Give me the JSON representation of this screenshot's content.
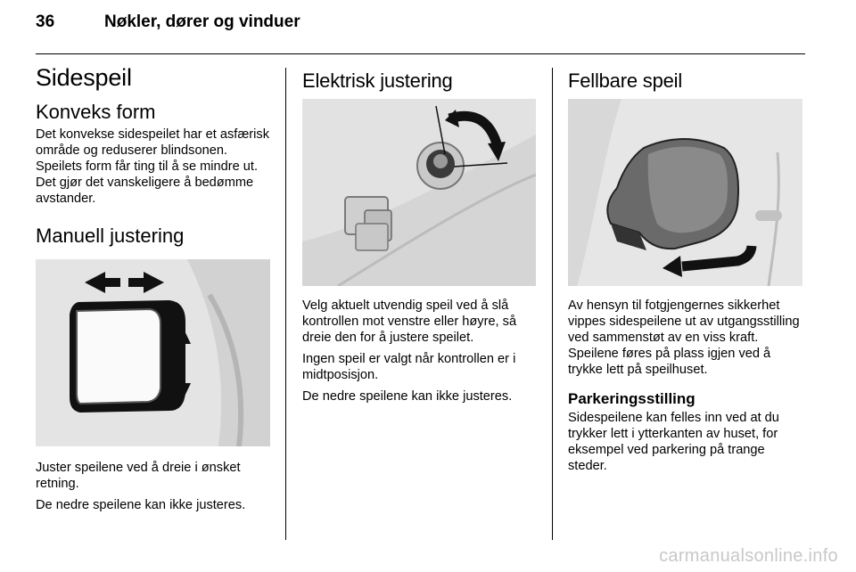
{
  "header": {
    "page_number": "36",
    "chapter": "Nøkler, dører og vinduer"
  },
  "col1": {
    "title": "Sidespeil",
    "sub1": "Konveks form",
    "para1": "Det konvekse sidespeilet har et as­færisk område og reduserer blindso­nen. Speilets form får ting til å se min­dre ut. Det gjør det vanskeligere å be­dømme avstander.",
    "sub2": "Manuell justering",
    "para2": "Juster speilene ved å dreie i ønsket retning.",
    "para3": "De nedre speilene kan ikke justeres."
  },
  "col2": {
    "title": "Elektrisk justering",
    "para1": "Velg aktuelt utvendig speil ved å slå kontrollen mot venstre eller høyre, så dreie den for å justere speilet.",
    "para2": "Ingen speil er valgt når kontrollen er i midtposisjon.",
    "para3": "De nedre speilene kan ikke justeres."
  },
  "col3": {
    "title": "Fellbare speil",
    "para1": "Av hensyn til fotgjengernes sikkerhet vippes sidespeilene ut av utgangsstil­ling ved sammenstøt av en viss kraft. Speilene føres på plass igjen ved å trykke lett på speilhuset.",
    "sub1": "Parkeringsstilling",
    "para2": "Sidespeilene kan felles inn ved at du trykker lett i ytterkanten av huset, for eksempel ved parkering på trange steder."
  },
  "watermark": "carmanualsonline.info",
  "icons": [
    "mirror-adjust-arrows-illustration",
    "mirror-control-knob-illustration",
    "folding-mirror-illustration"
  ]
}
